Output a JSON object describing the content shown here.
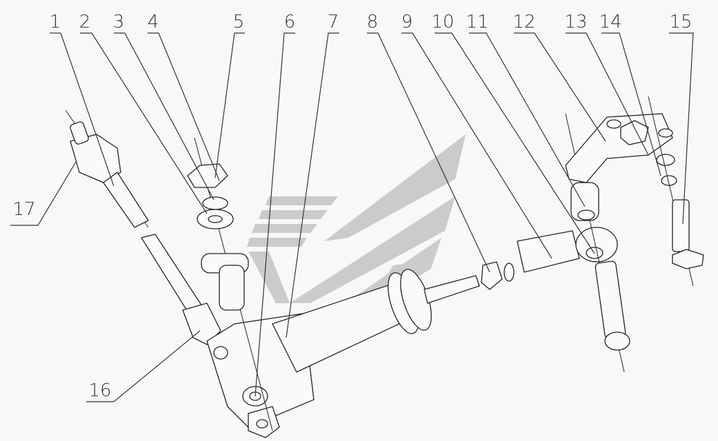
{
  "diagram": {
    "type": "exploded-assembly",
    "callouts": [
      {
        "id": "1",
        "label": "1"
      },
      {
        "id": "2",
        "label": "2"
      },
      {
        "id": "3",
        "label": "3"
      },
      {
        "id": "4",
        "label": "4"
      },
      {
        "id": "5",
        "label": "5"
      },
      {
        "id": "6",
        "label": "6"
      },
      {
        "id": "7",
        "label": "7"
      },
      {
        "id": "8",
        "label": "8"
      },
      {
        "id": "9",
        "label": "9"
      },
      {
        "id": "10",
        "label": "10"
      },
      {
        "id": "11",
        "label": "11"
      },
      {
        "id": "12",
        "label": "12"
      },
      {
        "id": "13",
        "label": "13"
      },
      {
        "id": "14",
        "label": "14"
      },
      {
        "id": "15",
        "label": "15"
      },
      {
        "id": "16",
        "label": "16"
      },
      {
        "id": "17",
        "label": "17"
      }
    ],
    "colors": {
      "line": "#333333",
      "watermark": "#c9ccc9",
      "background": "#f8f8f8"
    }
  }
}
